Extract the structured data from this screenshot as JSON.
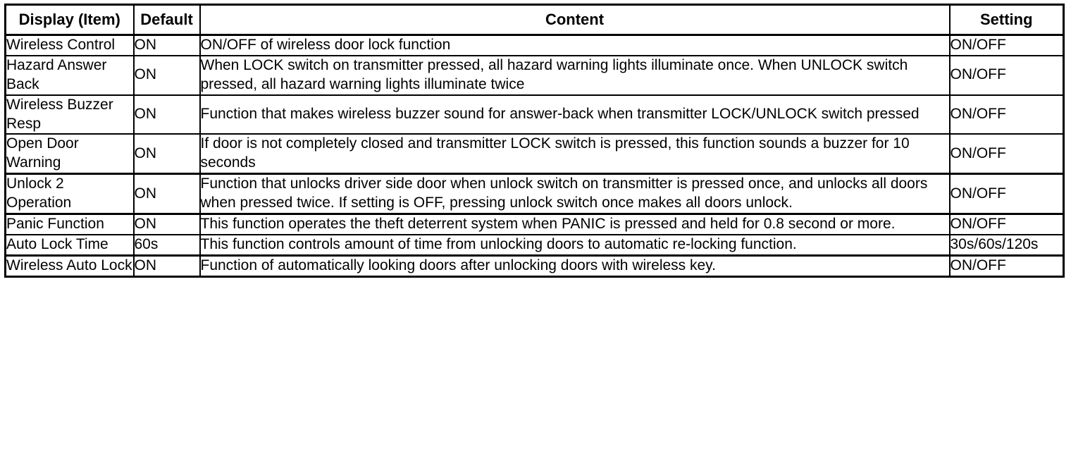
{
  "table": {
    "headers": {
      "item": "Display (Item)",
      "default": "Default",
      "content": "Content",
      "setting": "Setting"
    },
    "rows": [
      {
        "item": "Wireless Control",
        "default": "ON",
        "content": "ON/OFF of wireless door lock function",
        "setting": "ON/OFF"
      },
      {
        "item": "Hazard Answer Back",
        "default": "ON",
        "content": "When LOCK switch on transmitter pressed, all hazard warning lights illuminate once. When UNLOCK switch pressed, all hazard warning lights illuminate twice",
        "setting": "ON/OFF"
      },
      {
        "item": "Wireless Buzzer Resp",
        "default": "ON",
        "content": "Function that makes wireless buzzer sound for answer-back when transmitter LOCK/UNLOCK switch pressed",
        "setting": "ON/OFF"
      },
      {
        "item": "Open Door Warning",
        "default": "ON",
        "content": "If door is not completely closed and transmitter LOCK switch is pressed, this function sounds a buzzer for 10 seconds",
        "setting": "ON/OFF"
      },
      {
        "item": "Unlock 2 Operation",
        "default": "ON",
        "content": "Function that unlocks driver side door when unlock switch on transmitter is pressed once, and unlocks all doors when pressed twice. If setting is OFF, pressing unlock switch once makes all doors unlock.",
        "setting": "ON/OFF"
      },
      {
        "item": "Panic Function",
        "default": "ON",
        "content": "This function operates the theft deterrent system when PANIC is pressed and held for 0.8 second or more.",
        "setting": "ON/OFF"
      },
      {
        "item": "Auto Lock Time",
        "default": "60s",
        "content": "This function controls amount of time from unlocking doors to automatic re-locking function.",
        "setting": "30s/60s/120s"
      },
      {
        "item": "Wireless Auto Lock",
        "default": "ON",
        "content": "Function of automatically looking doors after unlocking doors with wireless key.",
        "setting": "ON/OFF"
      }
    ]
  },
  "colors": {
    "border": "#000000",
    "background": "#ffffff",
    "text": "#000000"
  }
}
